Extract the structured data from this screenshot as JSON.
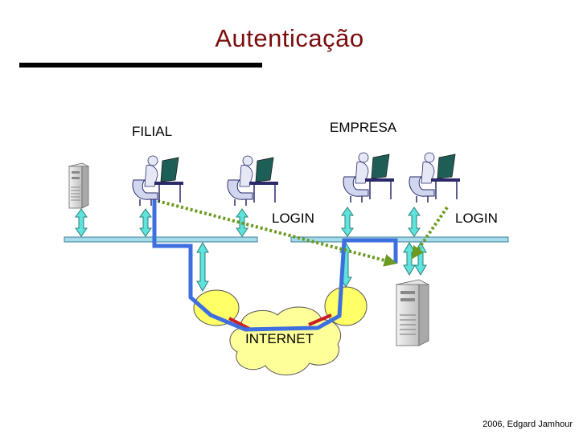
{
  "slide": {
    "title": "Autenticação",
    "footer": "2006, Edgard Jamhour"
  },
  "diagram": {
    "labels": {
      "filial": "FILIAL",
      "empresa": "EMPRESA",
      "login_left": "LOGIN",
      "login_right": "LOGIN",
      "internet": "INTERNET"
    },
    "colors": {
      "title": "#7a0c0c",
      "lan_fill": "#a6dcea",
      "lan_stroke": "#3d7f99",
      "connector_fill": "#5fe3dc",
      "router_fill": "#ffff66",
      "cloud_fill": "#ffff99",
      "tunnel_path": "#3d6fe0",
      "wan_link": "#cc1f1f",
      "login_path": "#6b9a1f"
    },
    "icons": [
      "server-icon",
      "workstation-icon",
      "router-icon",
      "cloud-icon"
    ]
  }
}
